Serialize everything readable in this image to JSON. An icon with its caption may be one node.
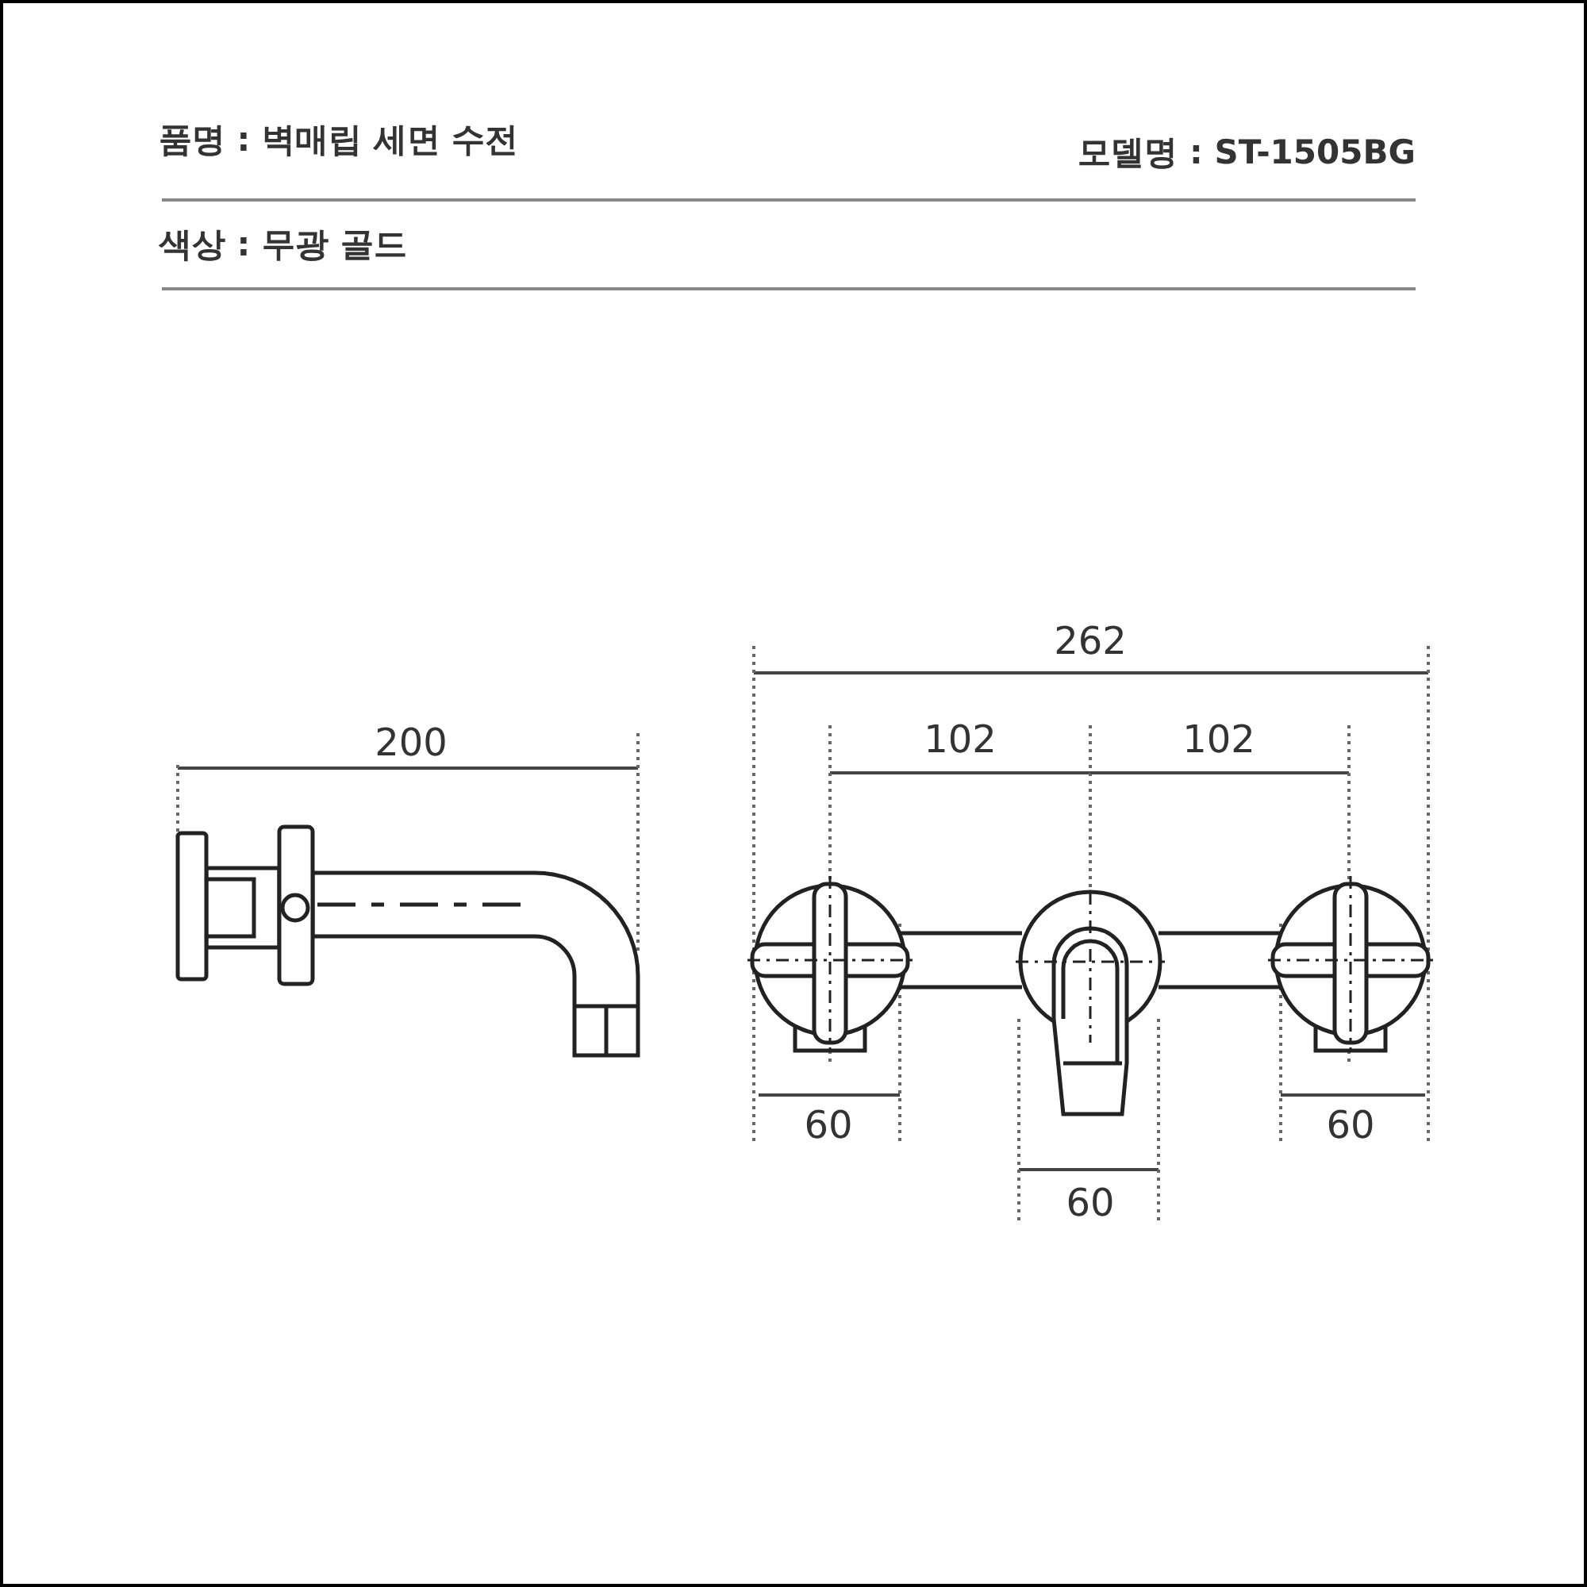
{
  "diagram": {
    "labels": [
      "품명 : 벽매립 세면 수전",
      "모델명 : ST-1505BG",
      "색상 : 무광 골드",
      "200",
      "262",
      "102",
      "102",
      "60",
      "60",
      "60"
    ]
  }
}
